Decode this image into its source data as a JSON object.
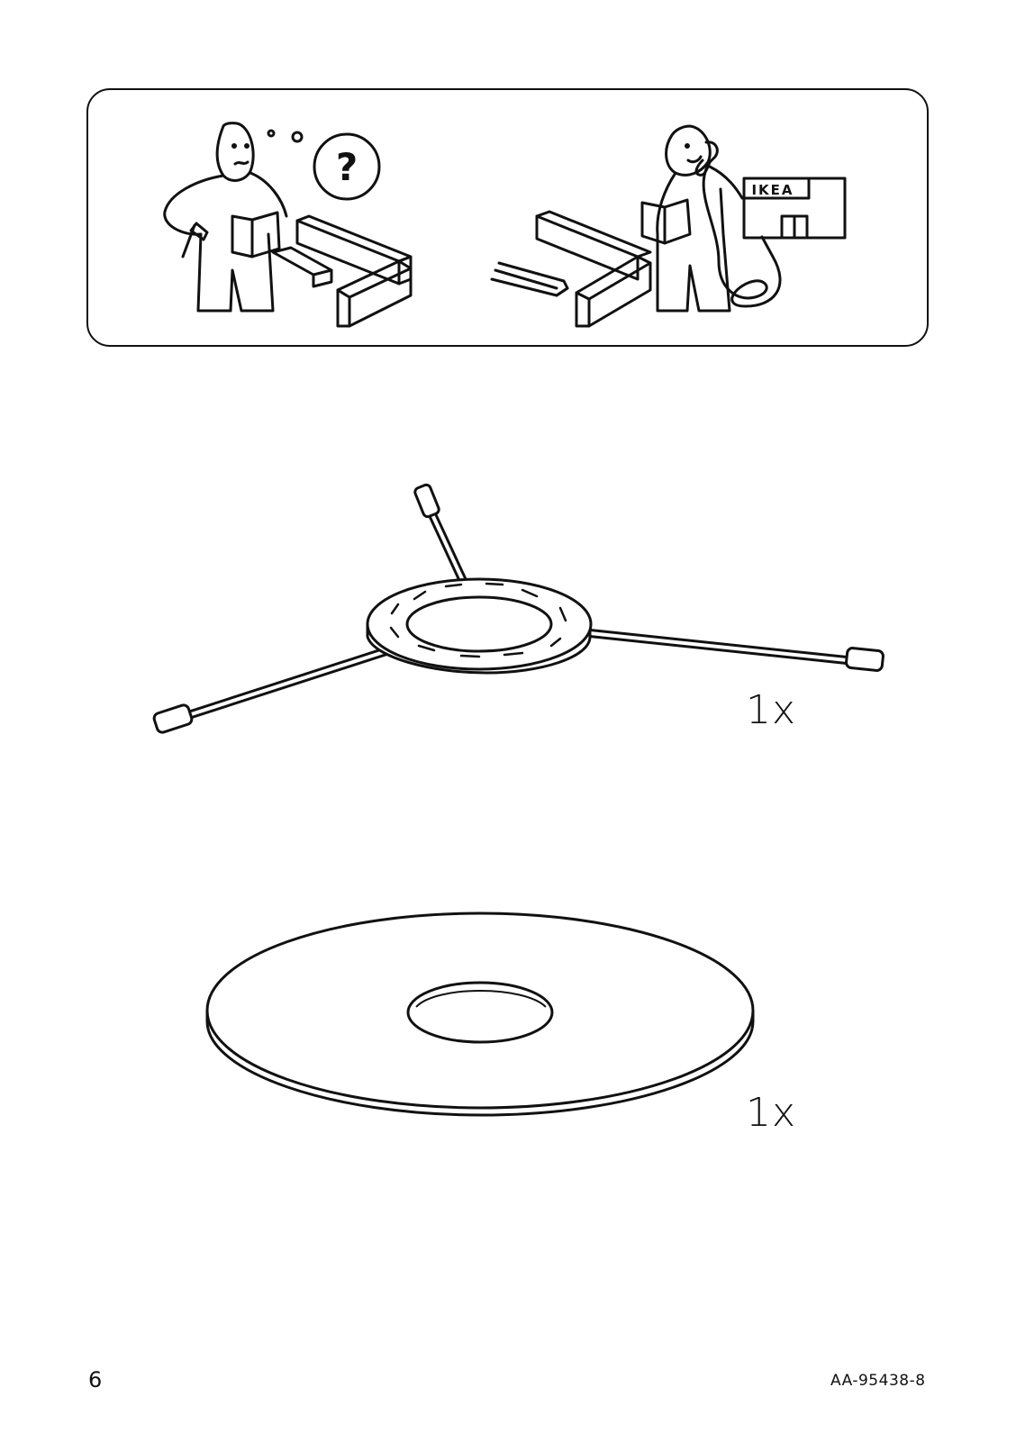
{
  "help_panel": {
    "store_sign": "IKEA",
    "question_mark": "?"
  },
  "parts": [
    {
      "name": "spider-ring-with-three-arms",
      "quantity": "1x"
    },
    {
      "name": "flat-ring-disc",
      "quantity": "1x"
    }
  ],
  "footer": {
    "page_number": "6",
    "doc_code": "AA-95438-8"
  }
}
